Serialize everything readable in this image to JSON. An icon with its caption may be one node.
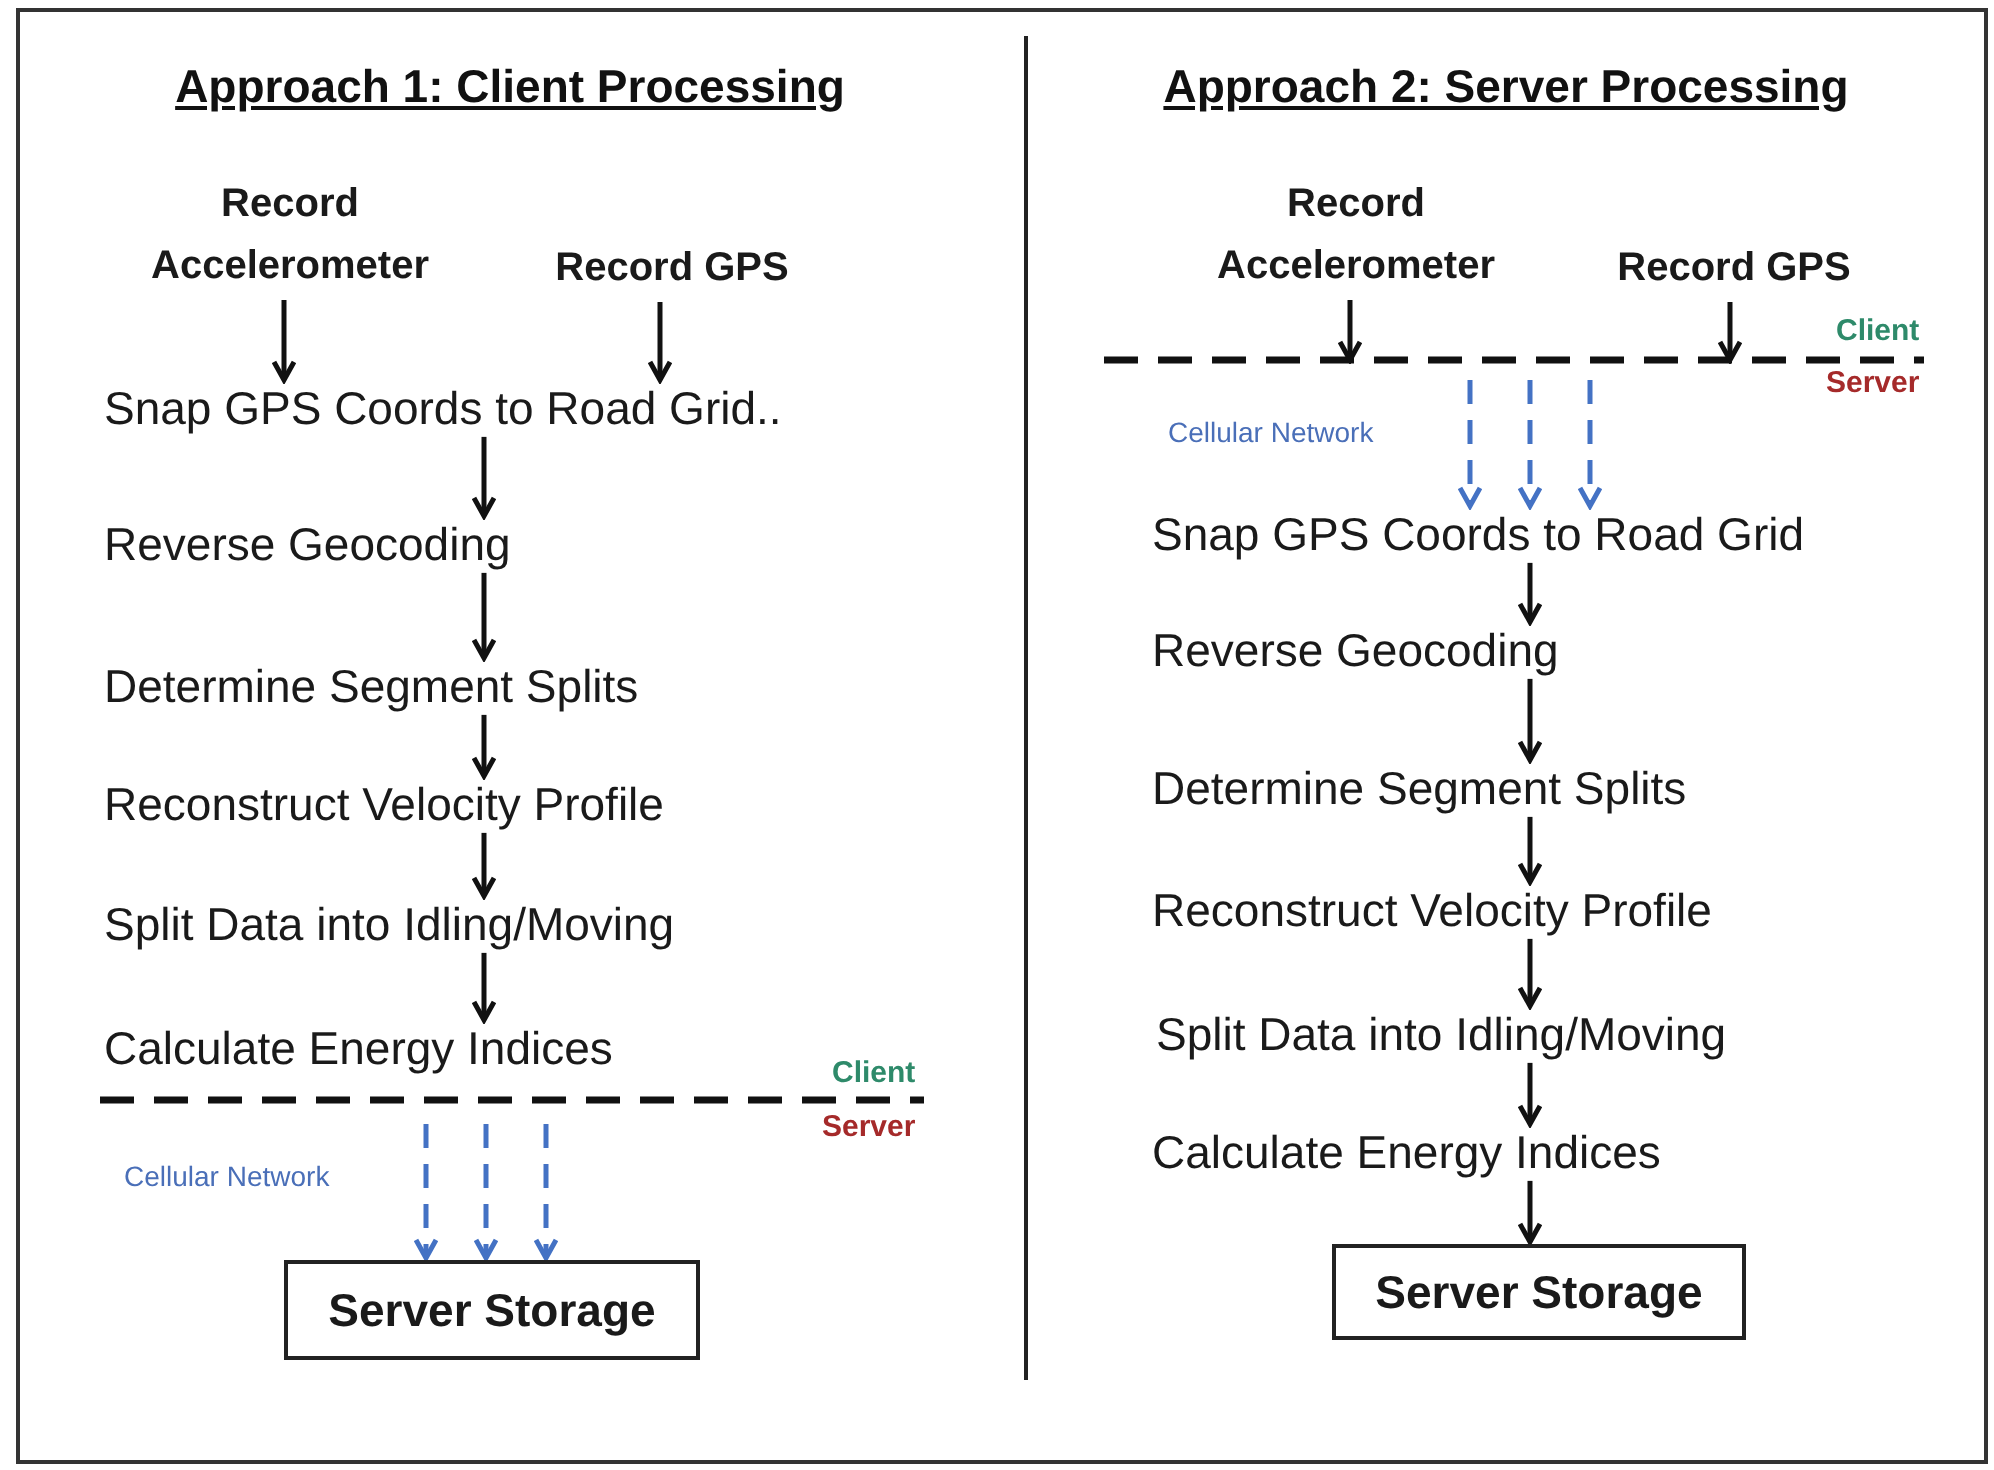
{
  "diagram": {
    "nodes": [
      {
        "text": [
          "Record Accelerometer"
        ]
      },
      {
        "text": [
          "Record GPS"
        ]
      },
      {
        "text": [
          "Snap GPS Coords to Road Grid.."
        ]
      },
      {
        "text": [
          "Reverse Geocoding"
        ]
      },
      {
        "text": [
          "Determine Segment Splits"
        ]
      },
      {
        "text": [
          "Reconstruct Velocity Profile"
        ]
      },
      {
        "text": [
          "Split Data into Idling/Moving"
        ]
      },
      {
        "text": [
          "Calculate Energy Indices"
        ]
      },
      {
        "text": [
          "Server Storage"
        ]
      },
      {
        "text": [
          "Record Accelerometer"
        ]
      },
      {
        "text": [
          "Record GPS"
        ]
      },
      {
        "text": [
          "Snap GPS Coords to Road Grid"
        ]
      },
      {
        "text": [
          "Reverse Geocoding"
        ]
      },
      {
        "text": [
          "Determine Segment Splits"
        ]
      },
      {
        "text": [
          "Reconstruct Velocity Profile"
        ]
      },
      {
        "text": [
          "Split Data into Idling/Moving"
        ]
      },
      {
        "text": [
          "Calculate Energy Indices"
        ]
      },
      {
        "text": [
          "Server Storage"
        ]
      }
    ],
    "edges": [
      {
        "from": 0,
        "to": 2,
        "arrow": "to"
      },
      {
        "from": 1,
        "to": 2,
        "arrow": "to"
      },
      {
        "from": 2,
        "to": 3,
        "arrow": "to"
      },
      {
        "from": 3,
        "to": 4,
        "arrow": "to"
      },
      {
        "from": 4,
        "to": 5,
        "arrow": "to"
      },
      {
        "from": 5,
        "to": 6,
        "arrow": "to"
      },
      {
        "from": 6,
        "to": 7,
        "arrow": "to"
      },
      {
        "from": null,
        "to": 8,
        "arrow": "to",
        "style": "dashed",
        "color": "#4472c4"
      },
      {
        "from": null,
        "to": 8,
        "arrow": "to",
        "style": "dashed",
        "color": "#4472c4"
      },
      {
        "from": null,
        "to": 8,
        "arrow": "to",
        "style": "dashed",
        "color": "#4472c4"
      },
      {
        "from": 9,
        "to": null,
        "arrow": "to"
      },
      {
        "from": 10,
        "to": null,
        "arrow": "to"
      },
      {
        "from": null,
        "to": 11,
        "arrow": "to",
        "style": "dashed",
        "color": "#4472c4"
      },
      {
        "from": null,
        "to": 11,
        "arrow": "to",
        "style": "dashed",
        "color": "#4472c4"
      },
      {
        "from": null,
        "to": 11,
        "arrow": "to",
        "style": "dashed",
        "color": "#4472c4"
      },
      {
        "from": 11,
        "to": 12,
        "arrow": "to"
      },
      {
        "from": 12,
        "to": 13,
        "arrow": "to"
      },
      {
        "from": 13,
        "to": 14,
        "arrow": "to"
      },
      {
        "from": 14,
        "to": 15,
        "arrow": "to"
      },
      {
        "from": 15,
        "to": 16,
        "arrow": "to"
      },
      {
        "from": 16,
        "to": 17,
        "arrow": "to"
      }
    ],
    "labels": [
      "Approach 1: Client Processing",
      "Approach 2: Server Processing",
      "Client",
      "Server",
      "Cellular Network",
      "Client",
      "Server",
      "Cellular Network"
    ]
  }
}
